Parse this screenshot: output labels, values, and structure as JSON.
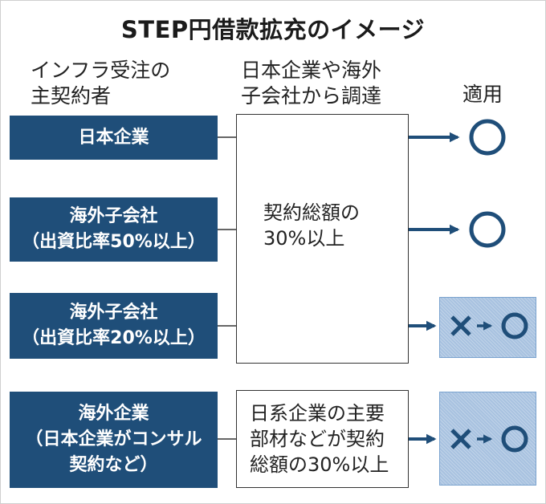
{
  "title": "STEP円借款拡充のイメージ",
  "headers": {
    "contractor_line1": "インフラ受注の",
    "contractor_line2": "主契約者",
    "procure_line1": "日本企業や海外",
    "procure_line2": "子会社から調達",
    "applied": "適用"
  },
  "contractors": [
    {
      "line1": "日本企業",
      "line2": "",
      "line3": ""
    },
    {
      "line1": "海外子会社",
      "line2": "（出資比率50%以上）",
      "line3": ""
    },
    {
      "line1": "海外子会社",
      "line2": "（出資比率20%以上）",
      "line3": ""
    },
    {
      "line1": "海外企業",
      "line2": "（日本企業がコンサル",
      "line3": "契約など）"
    }
  ],
  "requirements": {
    "main_line1": "契約総額の",
    "main_line2": "30%以上",
    "foreign_line1": "日系企業の主要",
    "foreign_line2": "部材などが契約",
    "foreign_line3": "総額の30%以上"
  },
  "results": [
    "circle",
    "circle",
    "cross-to-circle",
    "cross-to-circle"
  ],
  "colors": {
    "box_blue": "#1f4e79",
    "mark_blue": "#1f4e79",
    "highlight": "#a8c2e0"
  }
}
